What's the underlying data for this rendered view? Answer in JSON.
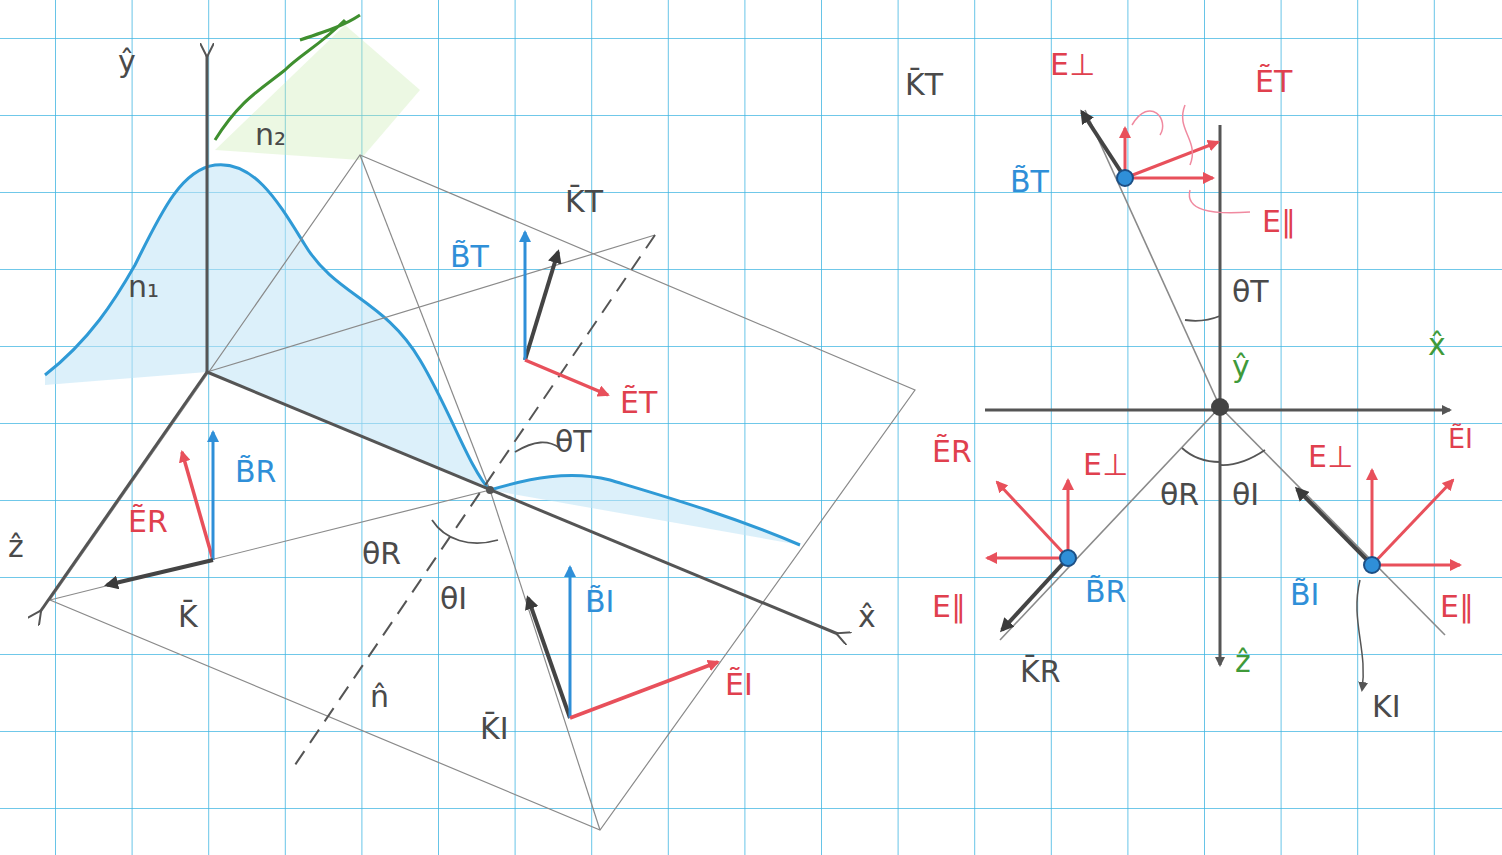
{
  "diagram": {
    "labels": [
      "ŷ",
      "n₂",
      "n₁",
      "B̃T",
      "K̄T",
      "ẼT",
      "θT",
      "ẼR",
      "B̃R",
      "ẑ",
      "K̄",
      "θR",
      "θI",
      "B̃I",
      "n̂",
      "K̄I",
      "ẼI",
      "x̂",
      "K̄T",
      "E⊥",
      "ẼT",
      "B̃T",
      "E∥",
      "θT",
      "x̂",
      "ŷ",
      "ẼR",
      "E⊥",
      "θR",
      "θI",
      "E⊥",
      "ẼI",
      "E∥",
      "B̃R",
      "B̃I",
      "E∥",
      "K̄R",
      "ẑ",
      "KI"
    ]
  }
}
